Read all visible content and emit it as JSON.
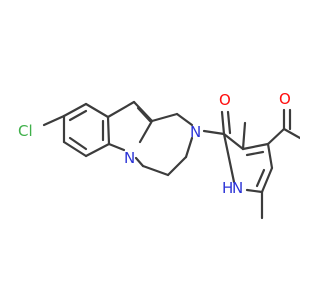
{
  "molecule": {
    "atom_colors": {
      "carbon_bond": "#3c3c3c",
      "chlorine": "#3fb04a",
      "nitrogen": "#2b33d6",
      "oxygen": "#ff0d0d"
    },
    "labels": {
      "chlorine": "Cl",
      "indole_nitrogen": "N",
      "piperazine_nitrogen": "N",
      "amide_oxygen": "O",
      "pyrrole_nh_h": "H",
      "pyrrole_nh_n": "N",
      "acetyl_oxygen": "O"
    }
  }
}
